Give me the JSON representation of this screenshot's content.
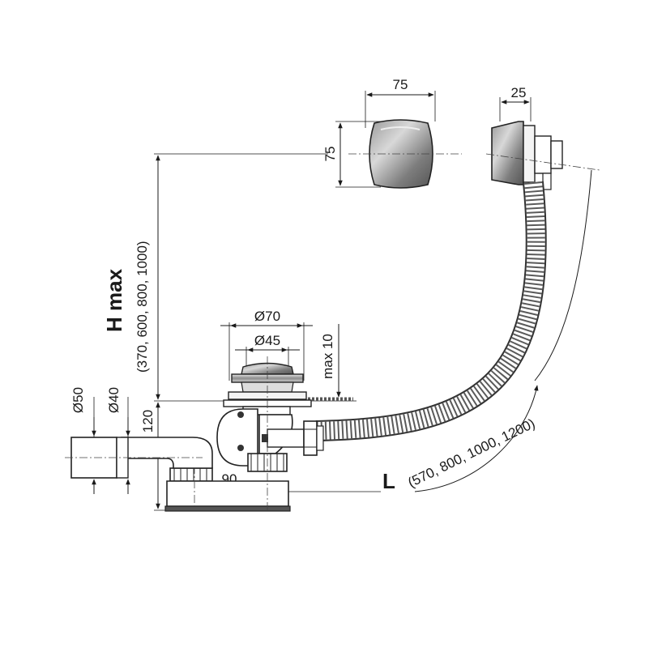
{
  "dimensions": {
    "cover_width": "75",
    "cover_height": "75",
    "overflow_depth": "25",
    "outer_diameter_waste": "Ø70",
    "inner_diameter_waste": "Ø45",
    "max_offset": "max 10",
    "outlet_outer": "Ø50",
    "outlet_inner": "Ø40",
    "trap_height": "120",
    "trap_offset": "90"
  },
  "height": {
    "label": "H max",
    "options": "(370, 600, 800, 1000)"
  },
  "length": {
    "label": "L",
    "options": "(570, 800, 1000, 1200)"
  },
  "colors": {
    "line": "#1a1a1a",
    "chrome_dark": "#6e6e6e",
    "chrome_light": "#e6e6e6",
    "hose": "#8a8a8a"
  }
}
